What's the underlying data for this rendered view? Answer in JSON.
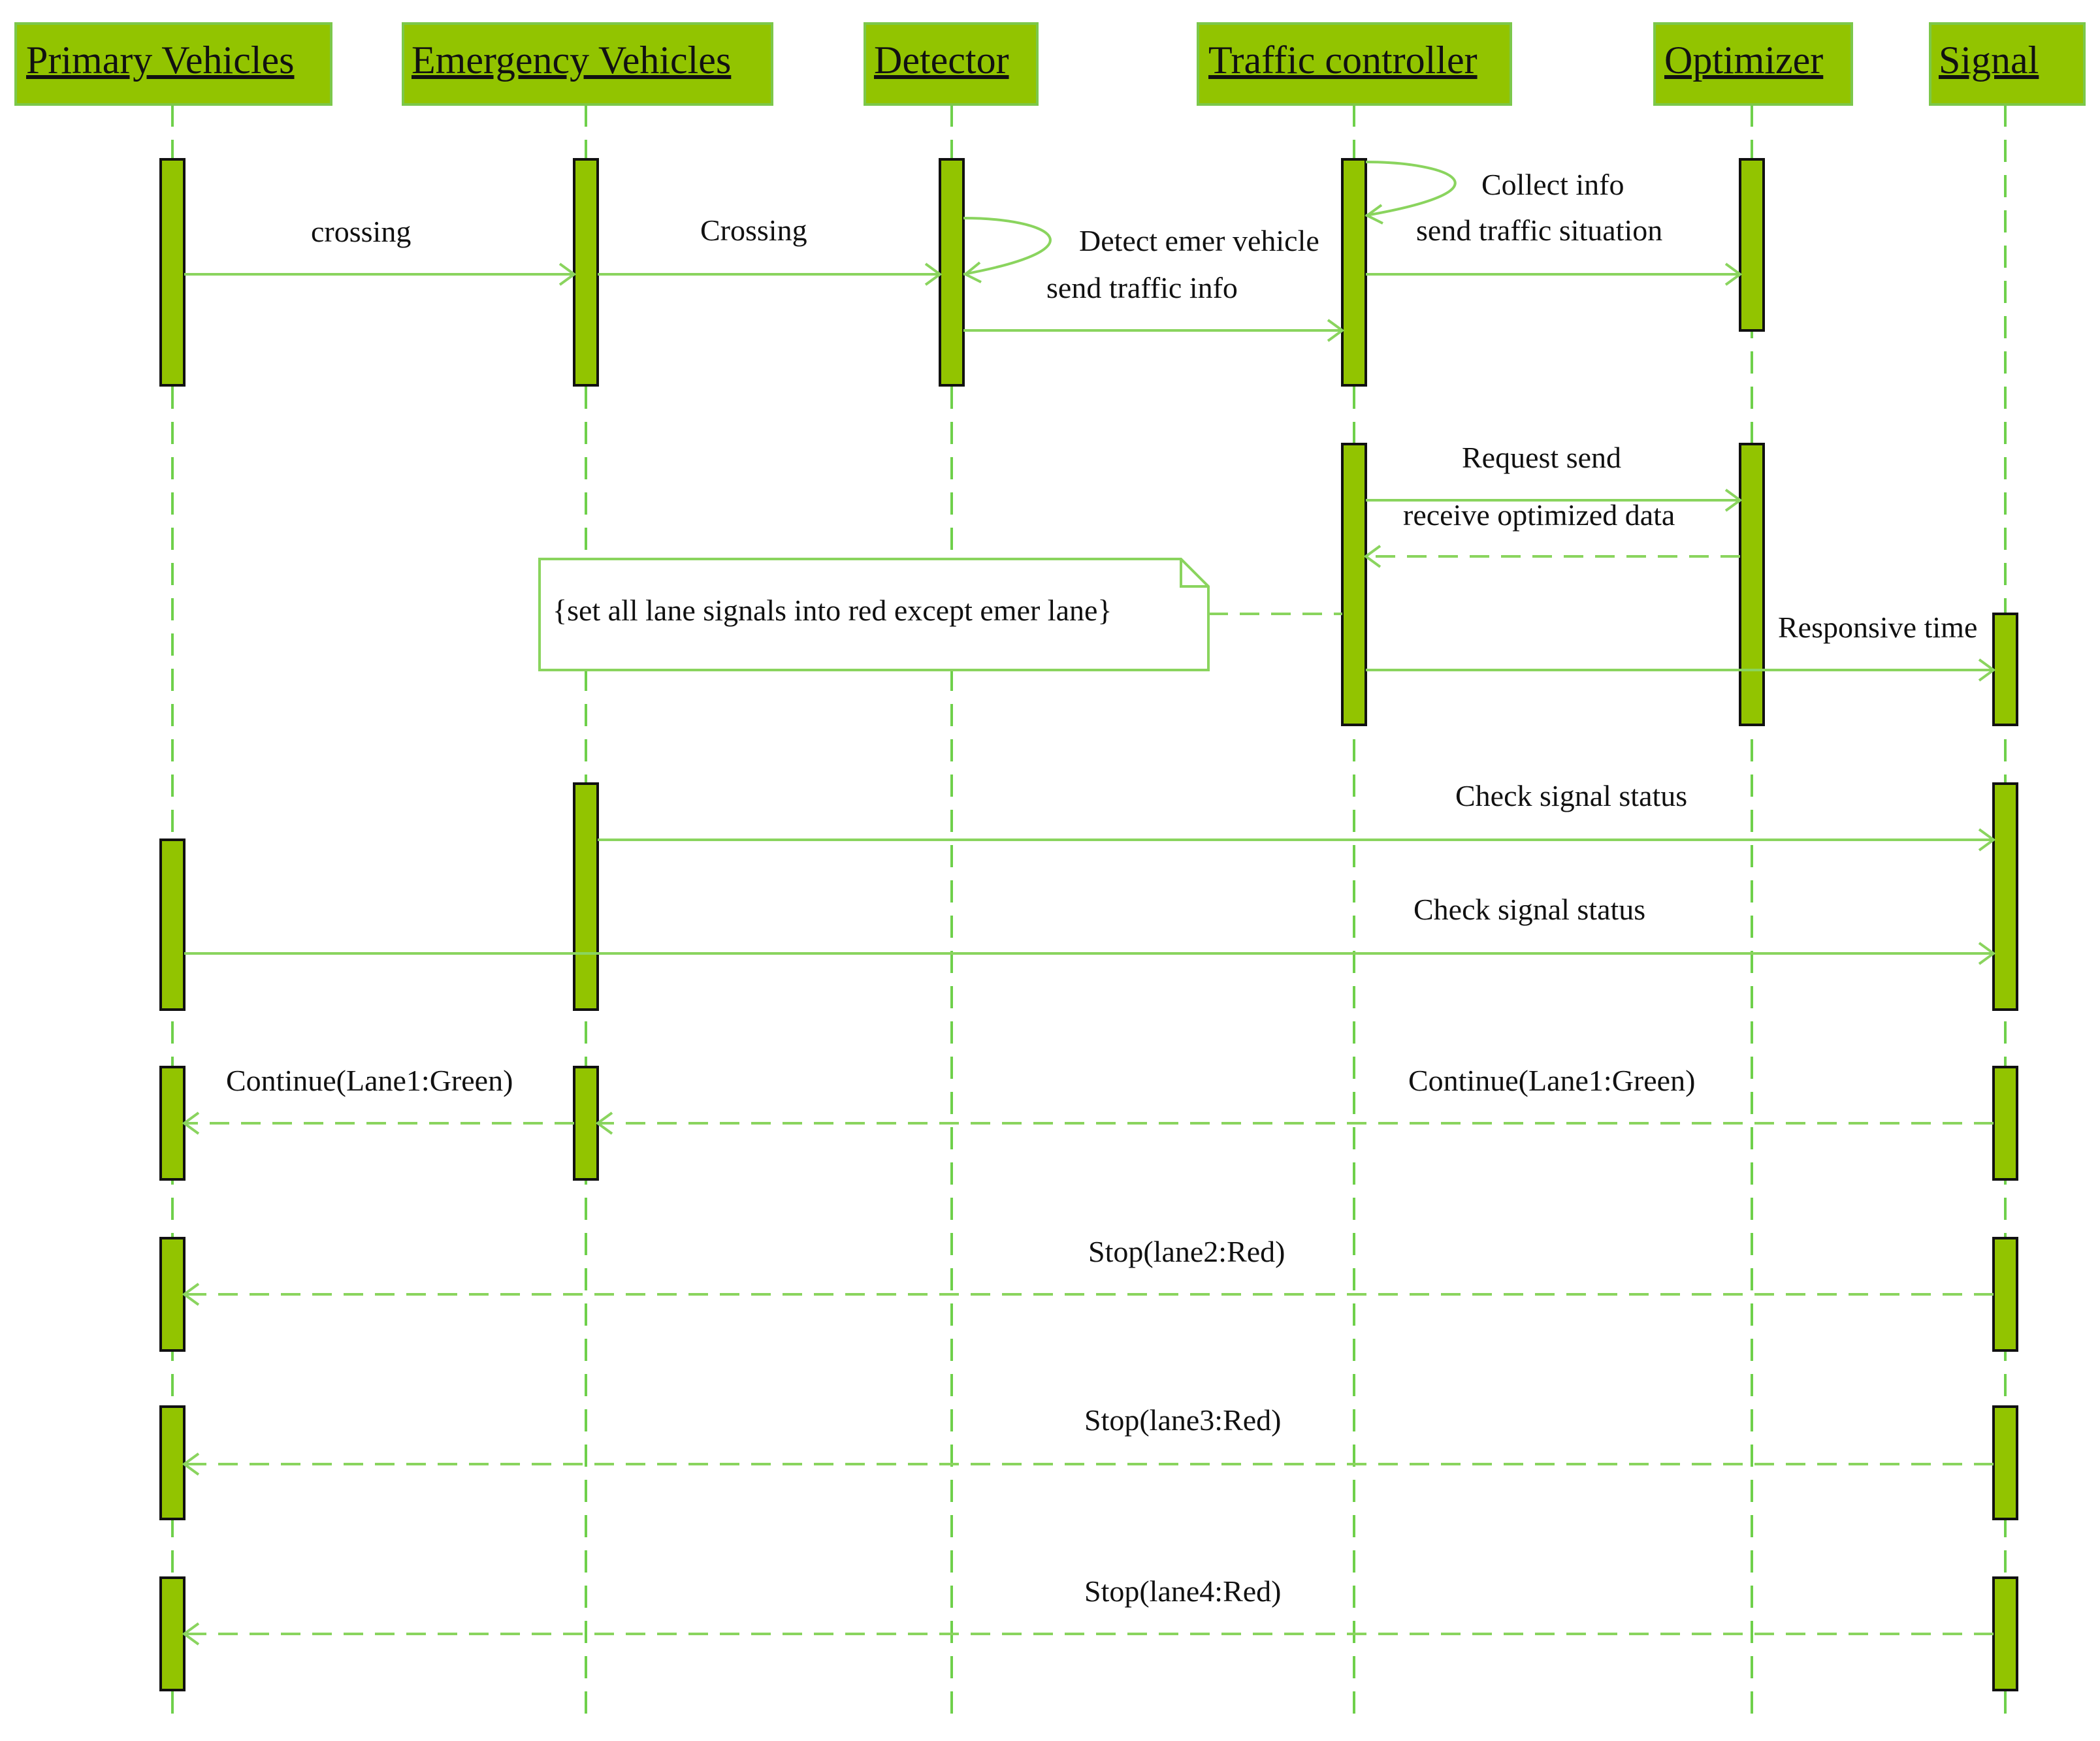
{
  "lifelines": [
    {
      "id": "primary",
      "title": "Primary Vehicles"
    },
    {
      "id": "emergency",
      "title": "Emergency Vehicles"
    },
    {
      "id": "detector",
      "title": "Detector"
    },
    {
      "id": "controller",
      "title": "Traffic controller"
    },
    {
      "id": "optimizer",
      "title": "Optimizer"
    },
    {
      "id": "signal",
      "title": "Signal"
    }
  ],
  "messages": [
    {
      "id": "m1",
      "from": "primary",
      "to": "emergency",
      "label": "crossing",
      "style": "solid"
    },
    {
      "id": "m2",
      "from": "emergency",
      "to": "detector",
      "label": "Crossing",
      "style": "solid"
    },
    {
      "id": "m3",
      "from": "detector",
      "to": "detector",
      "label": "Detect emer vehicle",
      "style": "self"
    },
    {
      "id": "m4",
      "from": "detector",
      "to": "controller",
      "label": "send traffic info",
      "style": "solid"
    },
    {
      "id": "m5",
      "from": "controller",
      "to": "controller",
      "label": "Collect info",
      "style": "self"
    },
    {
      "id": "m6",
      "from": "controller",
      "to": "optimizer",
      "label": "send traffic situation",
      "style": "solid"
    },
    {
      "id": "m7",
      "from": "controller",
      "to": "optimizer",
      "label": "Request send",
      "style": "solid"
    },
    {
      "id": "m8",
      "from": "optimizer",
      "to": "controller",
      "label": "receive optimized data",
      "style": "dashed"
    },
    {
      "id": "m9",
      "from": "controller",
      "to": "signal",
      "label": "Responsive time",
      "style": "solid"
    },
    {
      "id": "m10",
      "from": "emergency",
      "to": "signal",
      "label": "Check signal status",
      "style": "solid"
    },
    {
      "id": "m11",
      "from": "primary",
      "to": "signal",
      "label": "Check signal status",
      "style": "solid"
    },
    {
      "id": "m12",
      "from": "signal",
      "to": "emergency",
      "label": "Continue(Lane1:Green)",
      "style": "dashed"
    },
    {
      "id": "m13",
      "from": "emergency",
      "to": "primary",
      "label": "Continue(Lane1:Green)",
      "style": "dashed"
    },
    {
      "id": "m14",
      "from": "signal",
      "to": "primary",
      "label": "Stop(lane2:Red)",
      "style": "dashed"
    },
    {
      "id": "m15",
      "from": "signal",
      "to": "primary",
      "label": "Stop(lane3:Red)",
      "style": "dashed"
    },
    {
      "id": "m16",
      "from": "signal",
      "to": "primary",
      "label": "Stop(lane4:Red)",
      "style": "dashed"
    }
  ],
  "note": {
    "text": "{set all lane signals into red except emer lane}",
    "attached_to": "controller"
  },
  "colors": {
    "box_fill": "#92c400",
    "line": "#8ad45e",
    "lifeline": "#6fd04b"
  }
}
